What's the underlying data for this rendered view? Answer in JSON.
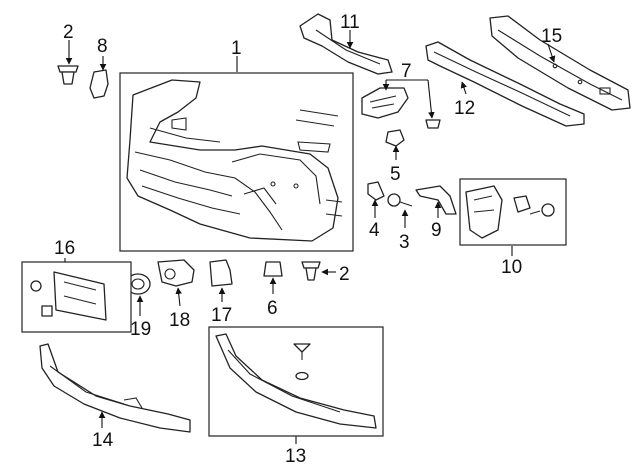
{
  "callouts": {
    "c1": "1",
    "c2a": "2",
    "c2b": "2",
    "c3": "3",
    "c4": "4",
    "c5": "5",
    "c6": "6",
    "c7": "7",
    "c8": "8",
    "c9": "9",
    "c10": "10",
    "c11": "11",
    "c12": "12",
    "c13": "13",
    "c14": "14",
    "c15": "15",
    "c16": "16",
    "c17": "17",
    "c18": "18",
    "c19": "19"
  }
}
